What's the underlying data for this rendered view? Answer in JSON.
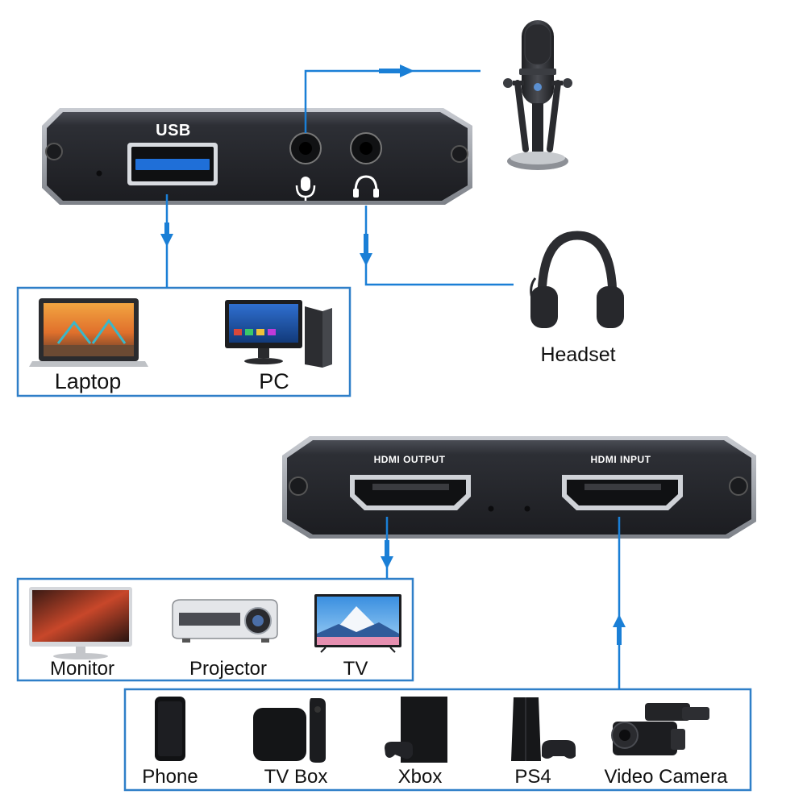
{
  "usb_device": {
    "port_label": "USB"
  },
  "hdmi_device": {
    "output_label": "HDMI OUTPUT",
    "input_label": "HDMI INPUT"
  },
  "usb_targets": [
    {
      "label": "Laptop"
    },
    {
      "label": "PC"
    }
  ],
  "audio": {
    "headset_label": "Headset"
  },
  "display_outputs": [
    {
      "label": "Monitor"
    },
    {
      "label": "Projector"
    },
    {
      "label": "TV"
    }
  ],
  "video_sources": [
    {
      "label": "Phone"
    },
    {
      "label": "TV Box"
    },
    {
      "label": "Xbox"
    },
    {
      "label": "PS4"
    },
    {
      "label": "Video Camera"
    }
  ],
  "colors": {
    "connector_blue": "#1a7fd6",
    "box_border": "#2f7fc8",
    "device_body": "#2b2d33",
    "usb_port_blue": "#1f6fd8"
  }
}
